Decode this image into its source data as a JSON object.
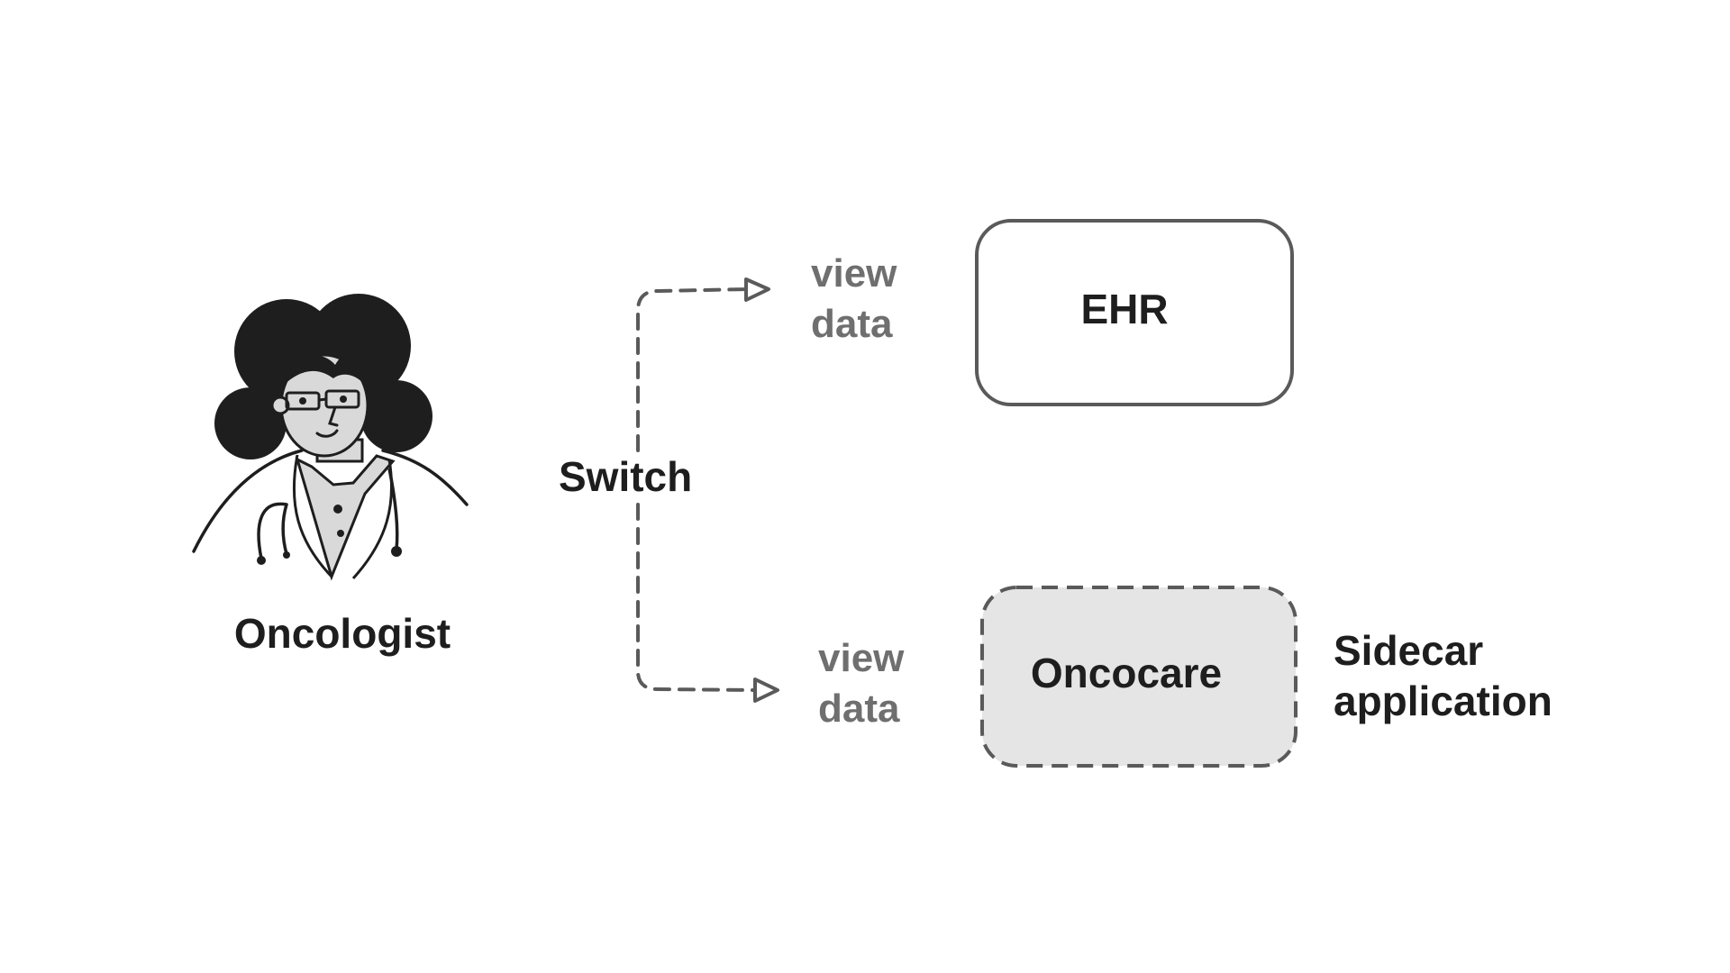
{
  "actor": {
    "label": "Oncologist",
    "icon": "doctor-woman-with-glasses-and-stethoscope-icon"
  },
  "switch_label": "Switch",
  "edges": [
    {
      "label_line1": "view",
      "label_line2": "data",
      "target": "EHR",
      "style": "dashed"
    },
    {
      "label_line1": "view",
      "label_line2": "data",
      "target": "Oncocare",
      "style": "dashed"
    }
  ],
  "boxes": {
    "ehr": {
      "label": "EHR",
      "fill": "#ffffff",
      "stroke": "#5a5a5a",
      "border": "solid"
    },
    "oncocare": {
      "label": "Oncocare",
      "fill": "#e5e5e5",
      "stroke": "#5a5a5a",
      "border": "dashed"
    }
  },
  "sidecar_note": {
    "line1": "Sidecar",
    "line2": "application"
  },
  "colors": {
    "text": "#1e1e1e",
    "muted_text": "#6f6f6f",
    "line": "#5a5a5a",
    "hair": "#1e1e1e",
    "skin": "#d9d9d9",
    "background": "#ffffff"
  }
}
